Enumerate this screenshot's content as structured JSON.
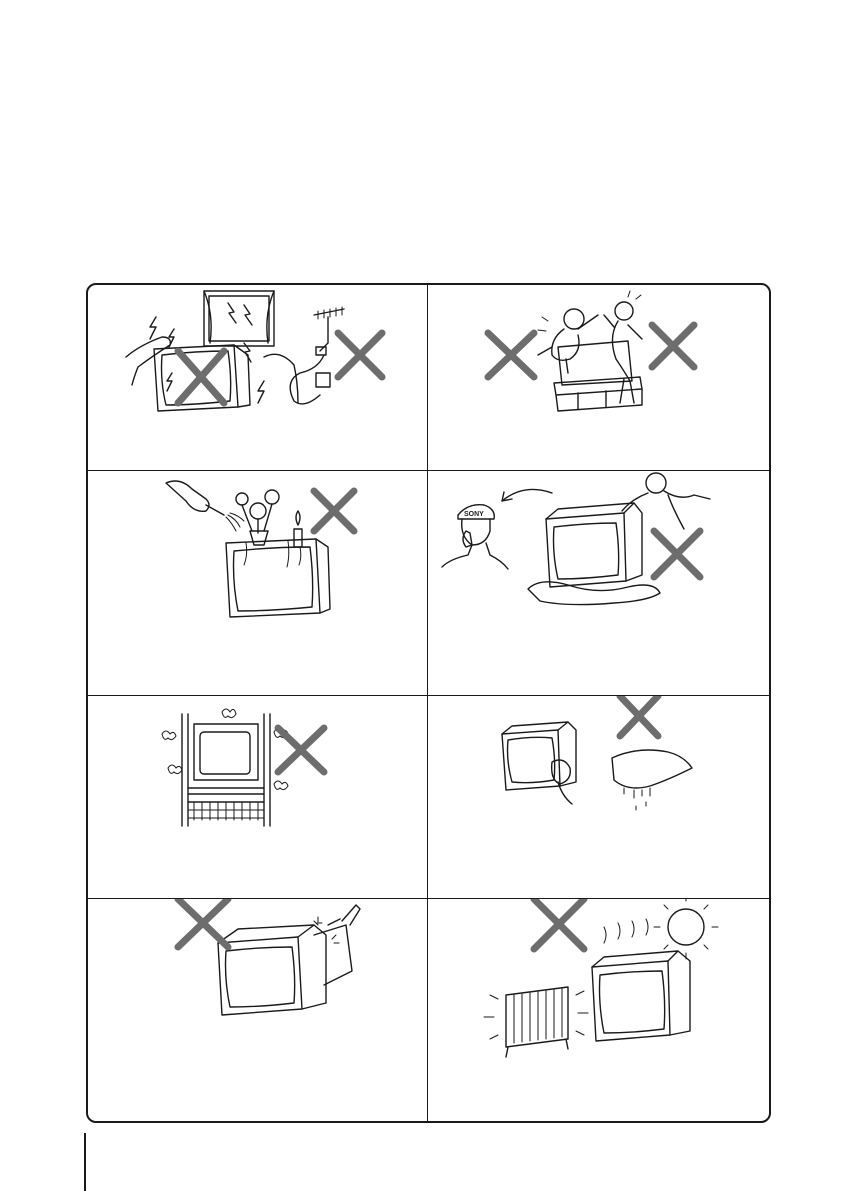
{
  "panels": [
    {
      "id": "lightning-storm",
      "icons": [
        "lightning-icon",
        "window-icon",
        "antenna-icon",
        "power-plug-icon",
        "tv-icon",
        "prohibited-x-icon"
      ]
    },
    {
      "id": "children-climbing",
      "icons": [
        "child-icon",
        "tv-stand-icon",
        "prohibited-x-icon"
      ]
    },
    {
      "id": "water-on-tv",
      "icons": [
        "watering-can-icon",
        "flower-vase-icon",
        "candle-icon",
        "tv-icon",
        "prohibited-x-icon"
      ]
    },
    {
      "id": "liquid-spill-call-service",
      "icons": [
        "service-technician-icon",
        "telephone-icon",
        "child-icon",
        "spilled-liquid-icon",
        "tv-icon",
        "prohibited-x-icon"
      ]
    },
    {
      "id": "ventilation-blocked",
      "icons": [
        "shelf-icon",
        "heat-icon",
        "tv-icon",
        "prohibited-x-icon"
      ]
    },
    {
      "id": "cleaning-dry-cloth",
      "icons": [
        "tv-icon",
        "cloth-icon",
        "wet-cloth-icon",
        "prohibited-x-icon"
      ]
    },
    {
      "id": "insert-objects",
      "icons": [
        "hand-icon",
        "sparks-icon",
        "tv-icon",
        "prohibited-x-icon"
      ]
    },
    {
      "id": "heat-sources",
      "icons": [
        "heater-icon",
        "sun-icon",
        "tv-icon",
        "prohibited-x-icon"
      ]
    }
  ],
  "brand_text": "SONY",
  "colors": {
    "line": "#1a1a1a",
    "cross": "#6d6d6d",
    "background": "#ffffff"
  }
}
